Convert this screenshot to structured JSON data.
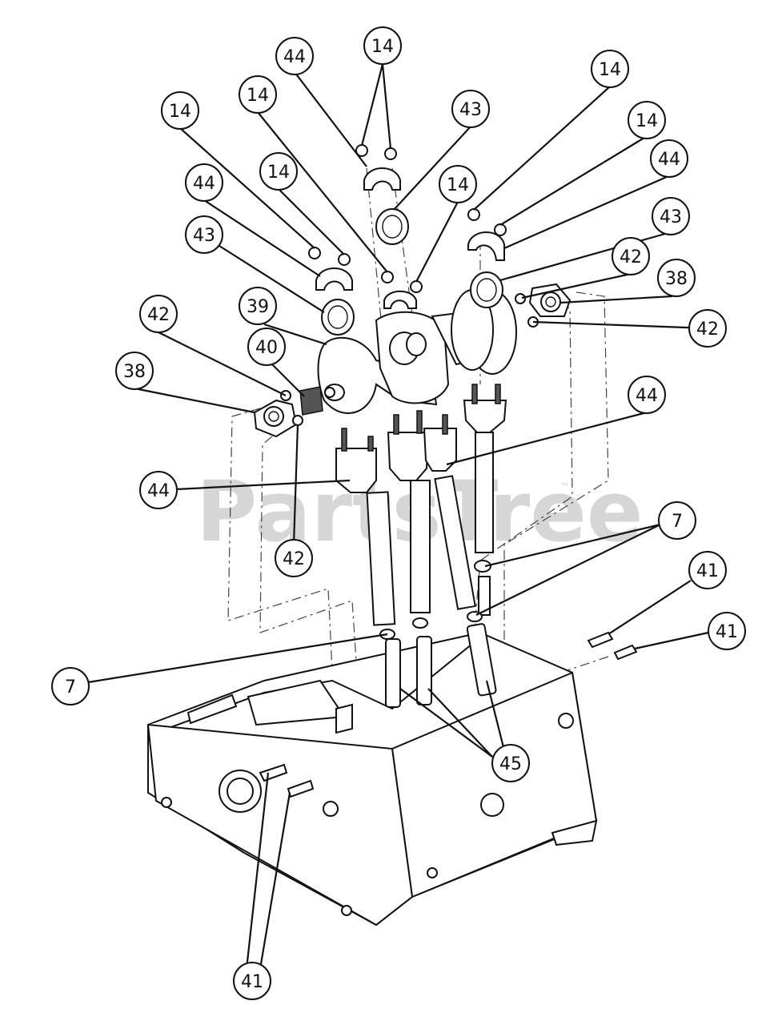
{
  "watermark": {
    "text": "PartsTree",
    "tm": "™"
  },
  "callouts": [
    {
      "label": "14"
    },
    {
      "label": "44"
    },
    {
      "label": "14"
    },
    {
      "label": "43"
    },
    {
      "label": "14"
    },
    {
      "label": "14"
    },
    {
      "label": "14"
    },
    {
      "label": "44"
    },
    {
      "label": "14"
    },
    {
      "label": "14"
    },
    {
      "label": "44"
    },
    {
      "label": "43"
    },
    {
      "label": "43"
    },
    {
      "label": "42"
    },
    {
      "label": "38"
    },
    {
      "label": "39"
    },
    {
      "label": "40"
    },
    {
      "label": "42"
    },
    {
      "label": "42"
    },
    {
      "label": "38"
    },
    {
      "label": "44"
    },
    {
      "label": "44"
    },
    {
      "label": "42"
    },
    {
      "label": "7"
    },
    {
      "label": "41"
    },
    {
      "label": "41"
    },
    {
      "label": "7"
    },
    {
      "label": "45"
    },
    {
      "label": "41"
    }
  ]
}
